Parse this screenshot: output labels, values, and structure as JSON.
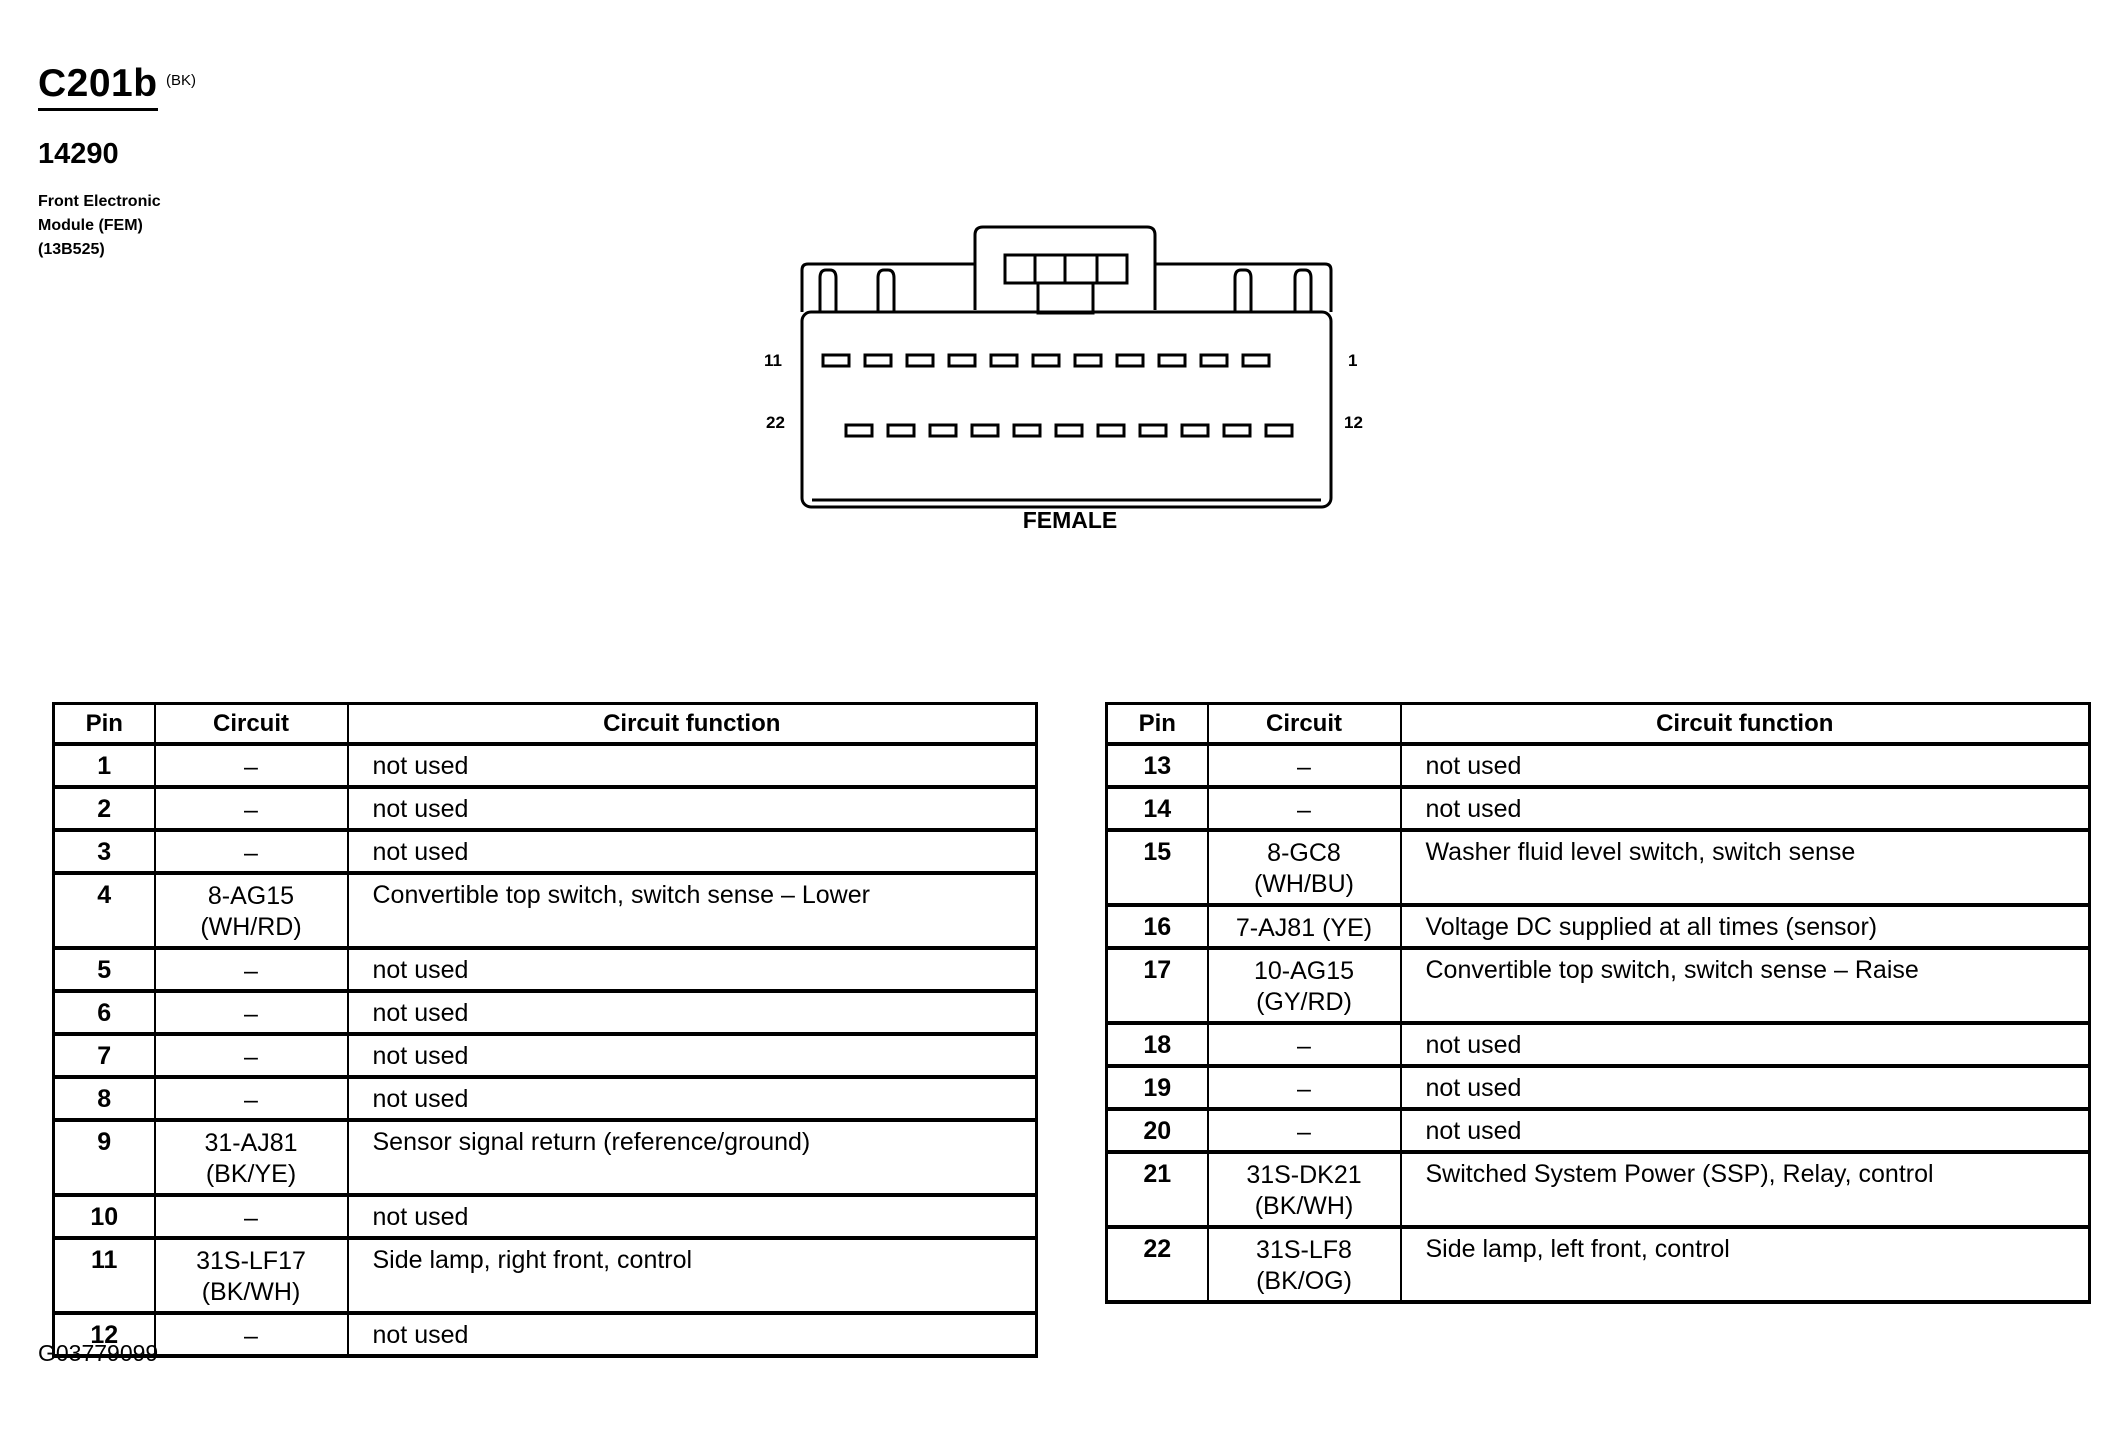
{
  "header": {
    "connector_id": "C201b",
    "connector_color": "(BK)",
    "part_number": "14290",
    "module_lines": [
      "Front Electronic",
      "Module (FEM)",
      "(13B525)"
    ]
  },
  "diagram": {
    "pin_labels": {
      "top_left": "11",
      "top_right": "1",
      "bottom_left": "22",
      "bottom_right": "12"
    },
    "gender": "FEMALE"
  },
  "table_headers": {
    "pin": "Pin",
    "circuit": "Circuit",
    "function": "Circuit function"
  },
  "left_rows": [
    {
      "pin": "1",
      "circuit": [
        "–"
      ],
      "function": "not used"
    },
    {
      "pin": "2",
      "circuit": [
        "–"
      ],
      "function": "not used"
    },
    {
      "pin": "3",
      "circuit": [
        "–"
      ],
      "function": "not used"
    },
    {
      "pin": "4",
      "circuit": [
        "8-AG15",
        "(WH/RD)"
      ],
      "function": "Convertible top switch, switch sense – Lower"
    },
    {
      "pin": "5",
      "circuit": [
        "–"
      ],
      "function": "not used"
    },
    {
      "pin": "6",
      "circuit": [
        "–"
      ],
      "function": "not used"
    },
    {
      "pin": "7",
      "circuit": [
        "–"
      ],
      "function": "not used"
    },
    {
      "pin": "8",
      "circuit": [
        "–"
      ],
      "function": "not used"
    },
    {
      "pin": "9",
      "circuit": [
        "31-AJ81",
        "(BK/YE)"
      ],
      "function": "Sensor signal return (reference/ground)"
    },
    {
      "pin": "10",
      "circuit": [
        "–"
      ],
      "function": "not used"
    },
    {
      "pin": "11",
      "circuit": [
        "31S-LF17",
        "(BK/WH)"
      ],
      "function": "Side lamp, right front, control"
    },
    {
      "pin": "12",
      "circuit": [
        "–"
      ],
      "function": "not used"
    }
  ],
  "right_rows": [
    {
      "pin": "13",
      "circuit": [
        "–"
      ],
      "function": "not used"
    },
    {
      "pin": "14",
      "circuit": [
        "–"
      ],
      "function": "not used"
    },
    {
      "pin": "15",
      "circuit": [
        "8-GC8",
        "(WH/BU)"
      ],
      "function": "Washer fluid level switch, switch sense"
    },
    {
      "pin": "16",
      "circuit": [
        "7-AJ81 (YE)"
      ],
      "function": "Voltage DC supplied at all times (sensor)"
    },
    {
      "pin": "17",
      "circuit": [
        "10-AG15",
        "(GY/RD)"
      ],
      "function": "Convertible top switch, switch sense – Raise"
    },
    {
      "pin": "18",
      "circuit": [
        "–"
      ],
      "function": "not used"
    },
    {
      "pin": "19",
      "circuit": [
        "–"
      ],
      "function": "not used"
    },
    {
      "pin": "20",
      "circuit": [
        "–"
      ],
      "function": "not used"
    },
    {
      "pin": "21",
      "circuit": [
        "31S-DK21",
        "(BK/WH)"
      ],
      "function": "Switched System Power (SSP), Relay, control"
    },
    {
      "pin": "22",
      "circuit": [
        "31S-LF8",
        "(BK/OG)"
      ],
      "function": "Side lamp, left front, control"
    }
  ],
  "figure_id": "G03779099"
}
